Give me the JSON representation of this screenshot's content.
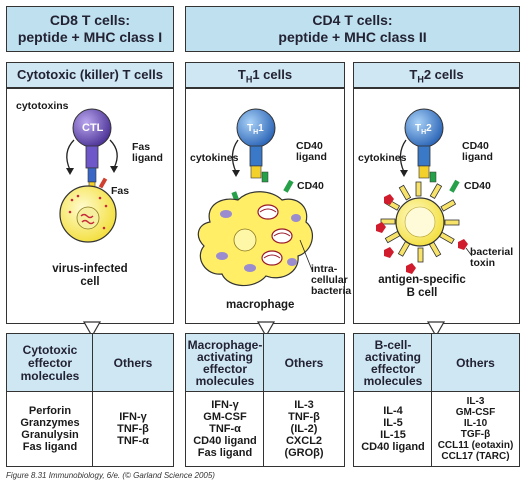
{
  "cd8": {
    "header_line1": "CD8 T cells:",
    "header_line2": "peptide + MHC class I",
    "subheader": "Cytotoxic (killer) T cells",
    "cell_label": "CTL",
    "cytotoxins": "cytotoxins",
    "fas_ligand_1": "Fas",
    "fas_ligand_2": "ligand",
    "fas": "Fas",
    "target_1": "virus-infected",
    "target_2": "cell"
  },
  "cd4": {
    "header_line1": "CD4 T cells:",
    "header_line2": "peptide + MHC class II",
    "th1": {
      "subheader": "TH1 cells",
      "cell_label": "TH1",
      "cytokines": "cytokines",
      "cd40l_1": "CD40",
      "cd40l_2": "ligand",
      "cd40": "CD40",
      "bacteria_1": "intra-",
      "bacteria_2": "cellular",
      "bacteria_3": "bacteria",
      "target": "macrophage"
    },
    "th2": {
      "subheader": "TH2 cells",
      "cell_label": "TH2",
      "cytokines": "cytokines",
      "cd40l_1": "CD40",
      "cd40l_2": "ligand",
      "cd40": "CD40",
      "toxin_1": "bacterial",
      "toxin_2": "toxin",
      "target_1": "antigen-specific",
      "target_2": "B cell"
    }
  },
  "tables": {
    "cd8_effector_header": [
      "Cytotoxic",
      "effector",
      "molecules"
    ],
    "cd8_others_header": "Others",
    "cd8_effector": [
      "Perforin",
      "Granzymes",
      "Granulysin",
      "Fas ligand"
    ],
    "cd8_others": [
      "IFN-γ",
      "TNF-β",
      "TNF-α"
    ],
    "th1_effector_header": [
      "Macrophage-",
      "activating",
      "effector",
      "molecules"
    ],
    "th1_others_header": "Others",
    "th1_effector": [
      "IFN-γ",
      "GM-CSF",
      "TNF-α",
      "CD40 ligand",
      "Fas ligand"
    ],
    "th1_others": [
      "IL-3",
      "TNF-β",
      "(IL-2)",
      "CXCL2",
      "(GROβ)"
    ],
    "th2_effector_header": [
      "B-cell-",
      "activating",
      "effector",
      "molecules"
    ],
    "th2_others_header": "Others",
    "th2_effector": [
      "IL-4",
      "IL-5",
      "IL-15",
      "CD40 ligand"
    ],
    "th2_others": [
      "IL-3",
      "GM-CSF",
      "IL-10",
      "TGF-β",
      "CCL11 (eotaxin)",
      "CCL17 (TARC)"
    ]
  },
  "caption": "Figure 8.31 Immunobiology, 6/e. (© Garland Science 2005)",
  "colors": {
    "header_fill": "#bfe0ef",
    "ctl": "#6a4fb3",
    "th": "#3a78c8",
    "target": "#fff27a",
    "macrophage": "#ffee66",
    "toxin": "#d01c2c"
  }
}
